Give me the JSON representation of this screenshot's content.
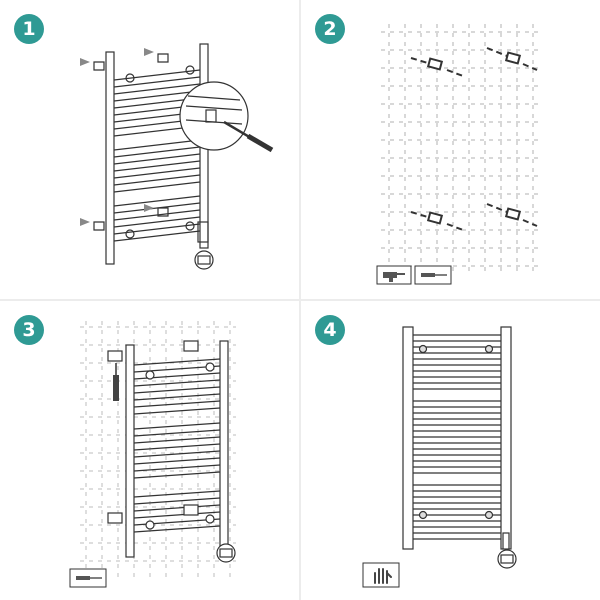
{
  "colors": {
    "badge": "#2f9a94",
    "line": "#333333",
    "wall": "#9a9a9a"
  },
  "steps": [
    {
      "number": "1",
      "icon": "radiator-mounting-detail-icon"
    },
    {
      "number": "2",
      "icon": "wall-drilling-plan-icon",
      "tools": [
        "drill-icon",
        "screwdriver-icon"
      ]
    },
    {
      "number": "3",
      "icon": "bracket-fixing-icon",
      "tools": [
        "screwdriver-icon"
      ]
    },
    {
      "number": "4",
      "icon": "finished-radiator-icon",
      "tools": [
        "hand-tighten-icon"
      ]
    }
  ]
}
